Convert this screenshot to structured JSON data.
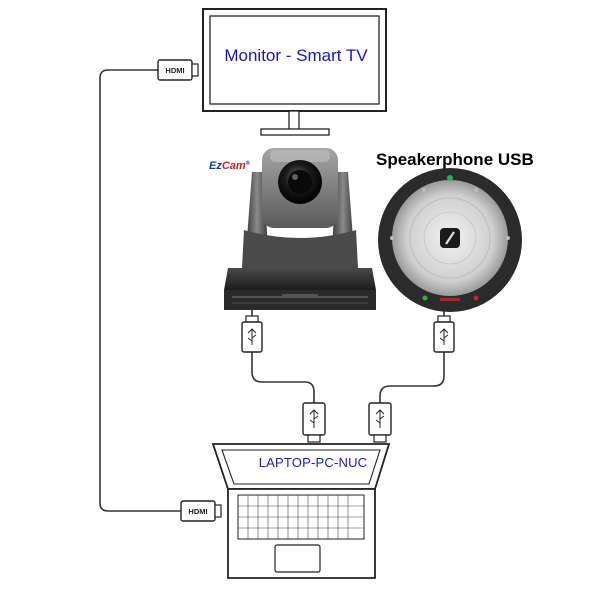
{
  "monitor": {
    "label": "Monitor - Smart TV"
  },
  "speakerphone": {
    "label": "Speakerphone USB"
  },
  "camera": {
    "brand_a": "Ez",
    "brand_b": "Cam",
    "brand_mark": "®"
  },
  "laptop": {
    "label": "LAPTOP-PC-NUC"
  },
  "connectors": {
    "hdmi_top": "HDMI",
    "hdmi_bottom": "HDMI"
  },
  "colors": {
    "monitor_text": "#1515d0",
    "laptop_text": "#1a1ac8",
    "brand_blue": "#1a3aa8",
    "brand_red": "#d62020",
    "cable": "#333333"
  }
}
